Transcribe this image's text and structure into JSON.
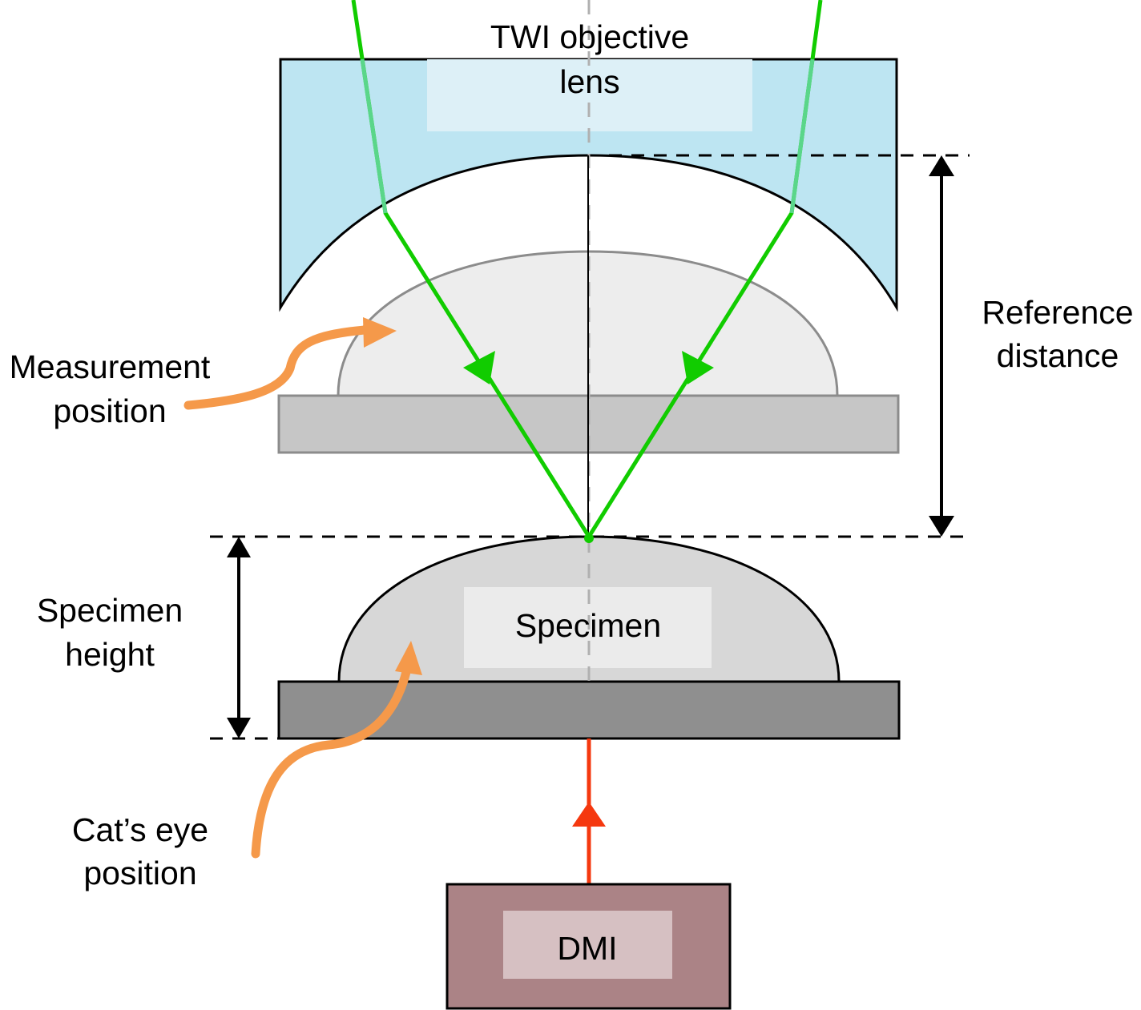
{
  "labels": {
    "lens_title_line1": "TWI objective",
    "lens_title_line2": "lens",
    "reference_line1": "Reference",
    "reference_line2": "distance",
    "measurement_line1": "Measurement",
    "measurement_line2": "position",
    "specimen_height_line1": "Specimen",
    "specimen_height_line2": "height",
    "specimen": "Specimen",
    "cats_eye_line1": "Cat’s eye",
    "cats_eye_line2": "position",
    "dmi": "DMI"
  },
  "colors": {
    "lens_fill": "#bde5f2",
    "lens_label_box": "#ddf0f7",
    "beam_green": "#11cc00",
    "dmi_beam": "#f5380f",
    "callout_orange": "#f5994a",
    "dmi_fill": "#ab8386",
    "dmi_label_box": "#d6c0c2",
    "specimen_fill": "#d7d7d7",
    "specimen_label_box": "#ebebeb",
    "stage_dark": "#8f8f8f",
    "ghost_specimen_fill": "#ededed",
    "ghost_stage_fill": "#c6c6c6"
  }
}
